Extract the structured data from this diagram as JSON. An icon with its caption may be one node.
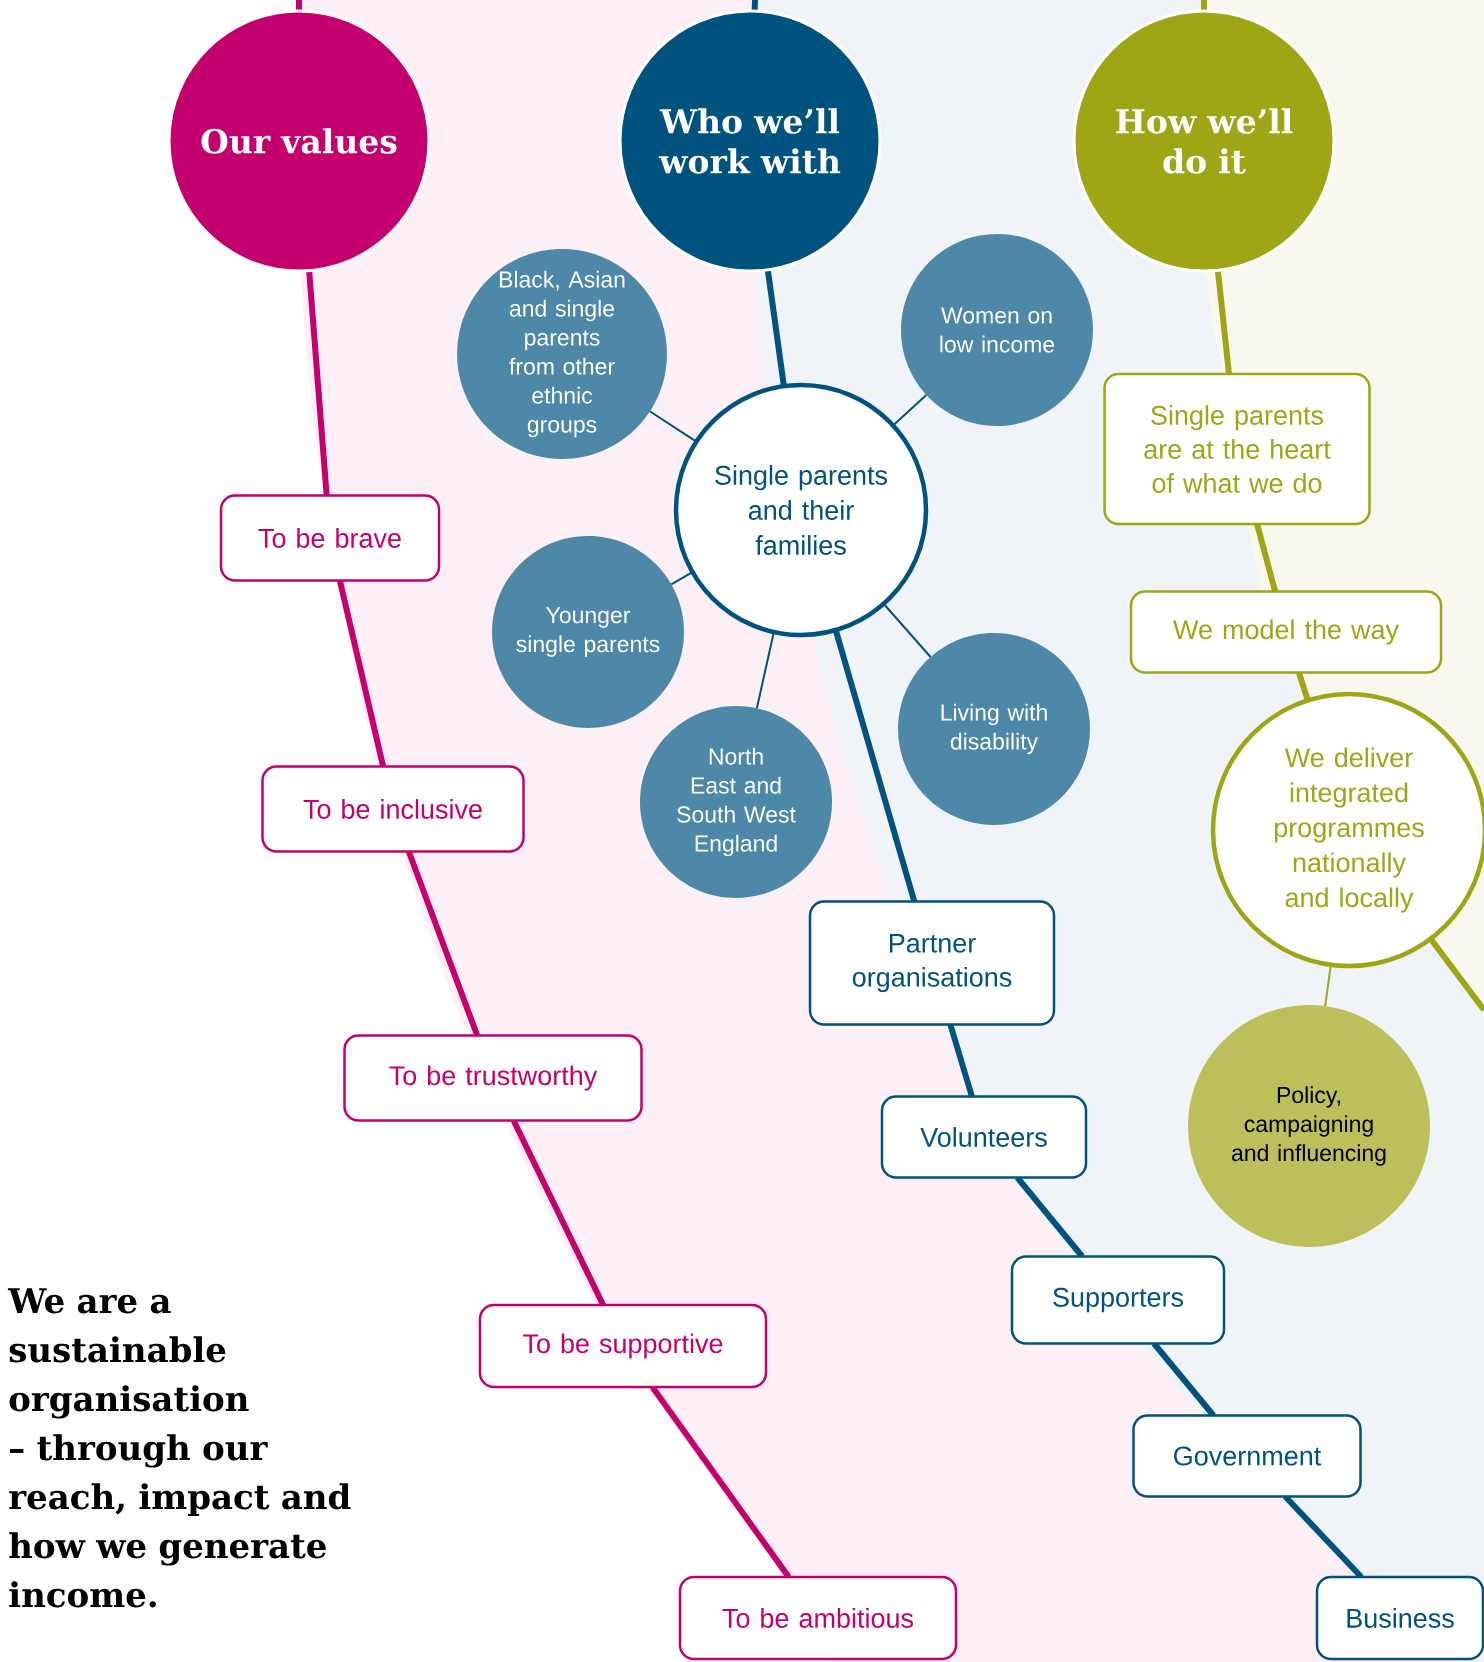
{
  "diagram": {
    "nodes": [
      {
        "text": [
          "Our values"
        ]
      },
      {
        "text": [
          "To be brave"
        ]
      },
      {
        "text": [
          "To be inclusive"
        ]
      },
      {
        "text": [
          "To be trustworthy"
        ]
      },
      {
        "text": [
          "To be supportive"
        ]
      },
      {
        "text": [
          "To be ambitious"
        ]
      },
      {
        "text": [
          "Who we’ll work with"
        ]
      },
      {
        "text": [
          "Black, Asian and single parents from other ethnic groups"
        ]
      },
      {
        "text": [
          "Women on low income"
        ]
      },
      {
        "text": [
          "Single parents and their families"
        ]
      },
      {
        "text": [
          "Younger single parents"
        ]
      },
      {
        "text": [
          "Living with disability"
        ]
      },
      {
        "text": [
          "North East and South West England"
        ]
      },
      {
        "text": [
          "Partner organisations"
        ]
      },
      {
        "text": [
          "Volunteers"
        ]
      },
      {
        "text": [
          "Supporters"
        ]
      },
      {
        "text": [
          "Government"
        ]
      },
      {
        "text": [
          "Business"
        ]
      },
      {
        "text": [
          "How we’ll do it"
        ]
      },
      {
        "text": [
          "Single parents are at the heart of what we do"
        ]
      },
      {
        "text": [
          "We model the way"
        ]
      },
      {
        "text": [
          "We deliver integrated programmes nationally and locally"
        ]
      },
      {
        "text": [
          "Policy, campaigning and influencing"
        ]
      }
    ],
    "edges": [
      {
        "from": 0,
        "to": 1,
        "arrow": "none",
        "color": "#c4006e"
      },
      {
        "from": 1,
        "to": 2,
        "arrow": "none",
        "color": "#c4006e"
      },
      {
        "from": 2,
        "to": 3,
        "arrow": "none",
        "color": "#c4006e"
      },
      {
        "from": 3,
        "to": 4,
        "arrow": "none",
        "color": "#c4006e"
      },
      {
        "from": 4,
        "to": 5,
        "arrow": "none",
        "color": "#c4006e"
      },
      {
        "from": 6,
        "to": 9,
        "arrow": "none"
      },
      {
        "from": 9,
        "to": 7,
        "arrow": "none"
      },
      {
        "from": 9,
        "to": 8,
        "arrow": "none"
      },
      {
        "from": 9,
        "to": 10,
        "arrow": "none"
      },
      {
        "from": 9,
        "to": 11,
        "arrow": "none"
      },
      {
        "from": 9,
        "to": 12,
        "arrow": "none"
      },
      {
        "from": 9,
        "to": 13,
        "arrow": "none"
      },
      {
        "from": 13,
        "to": 14,
        "arrow": "none"
      },
      {
        "from": 14,
        "to": 15,
        "arrow": "none"
      },
      {
        "from": 15,
        "to": 16,
        "arrow": "none"
      },
      {
        "from": 16,
        "to": 17,
        "arrow": "none"
      },
      {
        "from": 18,
        "to": 19,
        "arrow": "none",
        "color": "#9ea616"
      },
      {
        "from": 19,
        "to": 20,
        "arrow": "none",
        "color": "#9ea616"
      },
      {
        "from": 20,
        "to": 21,
        "arrow": "none",
        "color": "#9ea616"
      },
      {
        "from": 21,
        "to": 22,
        "arrow": "none",
        "color": "#9ea616"
      }
    ],
    "labels": [
      "We are a sustainable organisation – through our reach, impact and how we generate income."
    ]
  }
}
